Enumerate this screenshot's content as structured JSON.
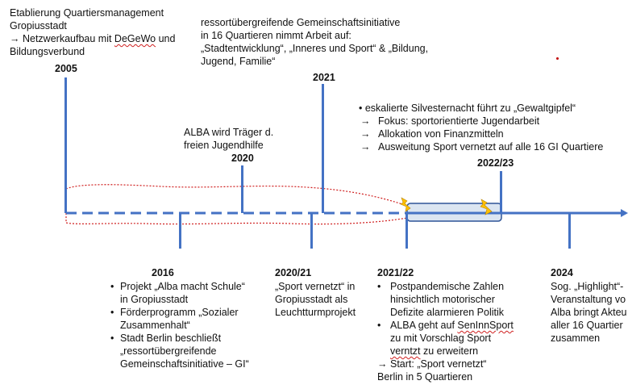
{
  "colors": {
    "timeline": "#4472c4",
    "highlight_fill": "#dbe5f1",
    "highlight_border": "#2f5597",
    "dotted_outline": "#d02020",
    "lightning_fill": "#ffc000",
    "lightning_stroke": "#b8860b"
  },
  "events": {
    "e2005": {
      "line1": "Etablierung Quartiersmanagement",
      "line2": "Gropiusstadt",
      "arrow_text_pre": "Netzwerkaufbau mit ",
      "arrow_text_underlined": "DeGeWo",
      "arrow_text_post": " und",
      "line4": "Bildungsverbund",
      "year": "2005"
    },
    "e2021": {
      "line1": "ressortübergreifende Gemeinschaftsinitiative",
      "line2": "in 16 Quartieren nimmt Arbeit auf:",
      "line3": "„Stadtentwicklung“, „Inneres und Sport“ & „Bildung,",
      "line4": "Jugend, Familie“",
      "year": "2021"
    },
    "e2020": {
      "line1": "ALBA wird Träger d.",
      "line2": "freien Jugendhilfe",
      "year": "2020"
    },
    "e2022_23": {
      "bullet": "eskalierte Silvesternacht führt zu „Gewaltgipfel“",
      "arrows": [
        "Fokus: sportorientierte Jugendarbeit",
        "Allokation von  Finanzmitteln",
        "Ausweitung Sport vernetzt auf alle 16 GI Quartiere"
      ],
      "year": "2022/23"
    },
    "e2016": {
      "year": "2016",
      "bullets": [
        [
          "Projekt „Alba macht Schule“",
          "in Gropiusstadt"
        ],
        [
          "Förderprogramm „Sozialer",
          "Zusammenhalt“"
        ],
        [
          "Stadt Berlin beschließt",
          "„ressortübergreifende",
          "Gemeinschaftsinitiative – GI“"
        ]
      ]
    },
    "e2020_21": {
      "year": "2020/21",
      "lines": [
        "„Sport vernetzt“ in",
        "Gropiusstadt als",
        "Leuchtturmprojekt"
      ]
    },
    "e2021_22": {
      "year": "2021/22",
      "b1": [
        "Postpandemische Zahlen",
        "hinsichtlich motorischer",
        "Defizite alarmieren Politik"
      ],
      "b2_l1_pre": "ALBA geht auf ",
      "b2_l1_underlined": "SenInnSport",
      "b2_l2": "zu mit Vorschlag Sport",
      "b2_l3_underlined": "verntzt",
      "b2_l3_post": " zu erweitern",
      "arrow_l1": "Start: „Sport vernetzt“",
      "arrow_l2": "Berlin in 5 Quartieren"
    },
    "e2024": {
      "year": "2024",
      "lines": [
        "Sog. „Highlight“-",
        "Veranstaltung vo",
        "Alba bringt Akteu",
        "aller 16 Quartier",
        "zusammen"
      ]
    }
  }
}
